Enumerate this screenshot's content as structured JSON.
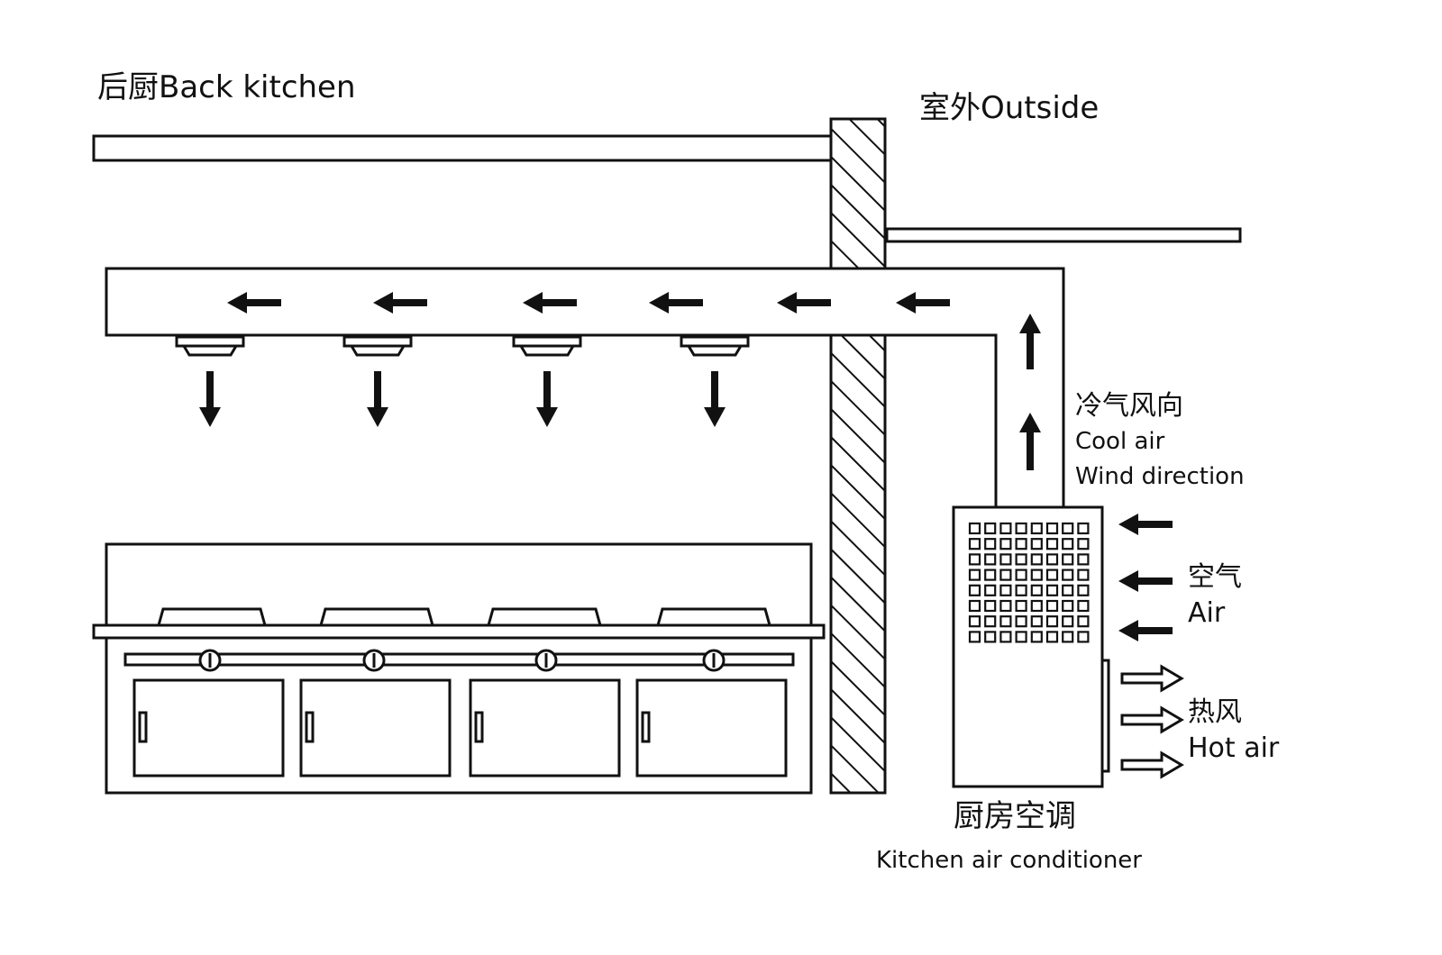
{
  "labels": {
    "back_kitchen": "后厨Back kitchen",
    "outside": "室外Outside",
    "cool_air_cn": "冷气风向",
    "cool_air_en": "Cool air",
    "wind_direction_en": "Wind direction",
    "air_cn": "空气",
    "air_en": "Air",
    "hot_air_cn": "热风",
    "hot_air_en": "Hot air",
    "unit_cn": "厨房空调",
    "unit_en": "Kitchen air conditioner"
  },
  "colors": {
    "line": "#111111",
    "background": "#ffffff"
  }
}
